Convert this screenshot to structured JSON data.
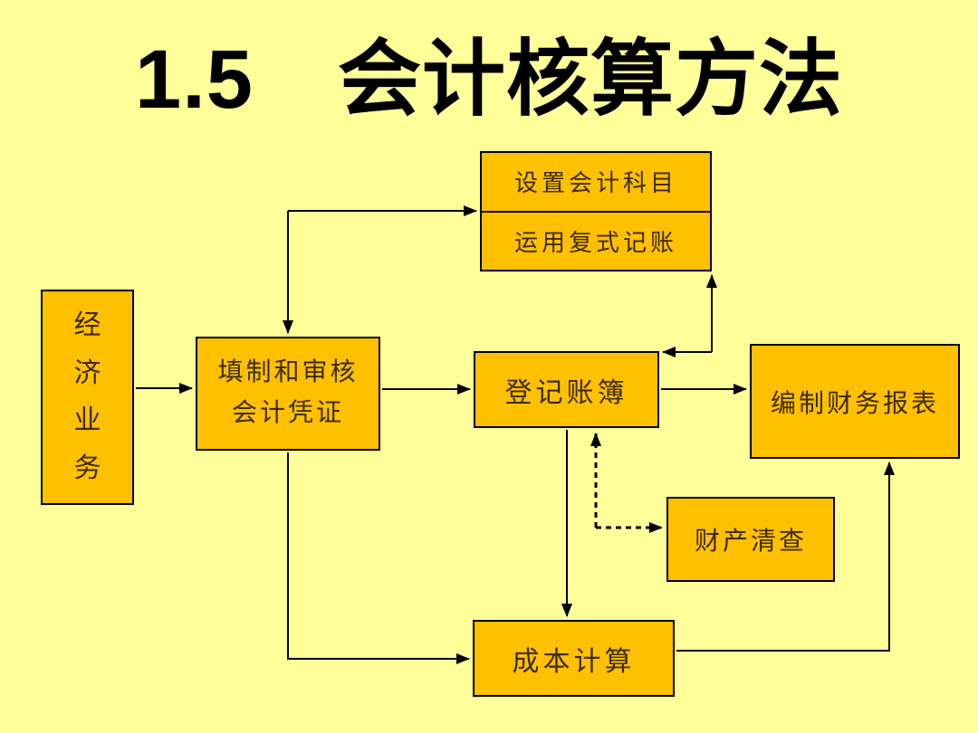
{
  "slide": {
    "title": "1.5　会计核算方法",
    "background_color": "#FFFF99",
    "node_fill_color": "#FFC000",
    "node_text_color": "#3D2B00",
    "line_color": "#000000"
  },
  "nodes": {
    "economic_business": {
      "label": "经济业务"
    },
    "prepare_and_audit_vouchers": {
      "line1": "填制和审核",
      "line2": "会计凭证"
    },
    "set_up_accounts": {
      "label": "设置会计科目"
    },
    "double_entry_bookkeeping": {
      "label": "运用复式记账"
    },
    "register_account_books": {
      "label": "登记账簿"
    },
    "prepare_financial_statements": {
      "label": "编制财务报表"
    },
    "property_inventory": {
      "label": "财产清查"
    },
    "cost_calculation": {
      "label": "成本计算"
    }
  },
  "edges": [
    {
      "from": "economic_business",
      "to": "prepare_and_audit_vouchers",
      "style": "solid",
      "arrows": "single"
    },
    {
      "from": "prepare_and_audit_vouchers",
      "to": "set_up_accounts_double_entry_block",
      "style": "solid",
      "arrows": "double"
    },
    {
      "from": "prepare_and_audit_vouchers",
      "to": "register_account_books",
      "style": "solid",
      "arrows": "single"
    },
    {
      "from": "double_entry_bookkeeping",
      "to": "register_account_books",
      "style": "solid",
      "arrows": "double"
    },
    {
      "from": "register_account_books",
      "to": "prepare_financial_statements",
      "style": "solid",
      "arrows": "single"
    },
    {
      "from": "register_account_books",
      "to": "cost_calculation",
      "style": "solid",
      "arrows": "single"
    },
    {
      "from": "prepare_and_audit_vouchers",
      "to": "cost_calculation",
      "style": "solid",
      "arrows": "single"
    },
    {
      "from": "cost_calculation",
      "to": "prepare_financial_statements",
      "style": "solid",
      "arrows": "single"
    },
    {
      "from": "register_account_books",
      "to": "property_inventory",
      "style": "dashed",
      "arrows": "double"
    }
  ]
}
